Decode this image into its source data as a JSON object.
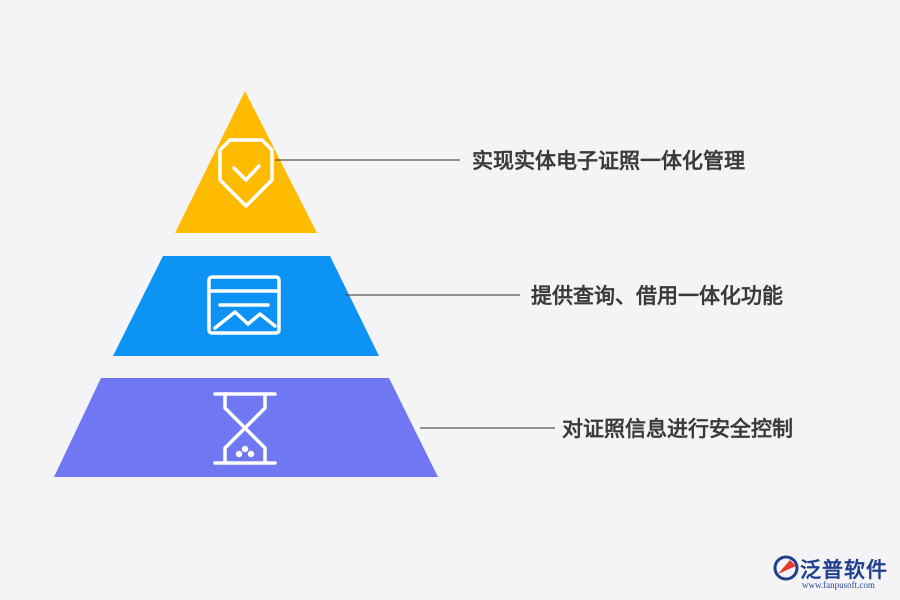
{
  "tiers": [
    {
      "label": "实现实体电子证照一体化管理",
      "color": "#ffbb00",
      "icon": "diamond-check-icon"
    },
    {
      "label": "提供查询、借用一体化功能",
      "color": "#0d93f6",
      "icon": "browser-chart-icon"
    },
    {
      "label": "对证照信息进行安全控制",
      "color": "#6f77f3",
      "icon": "hourglass-icon"
    }
  ],
  "connector_color": "#555555",
  "logo": {
    "text": "泛普软件",
    "url": "www.fanpusoft.com",
    "color": "#1f3f8f"
  }
}
